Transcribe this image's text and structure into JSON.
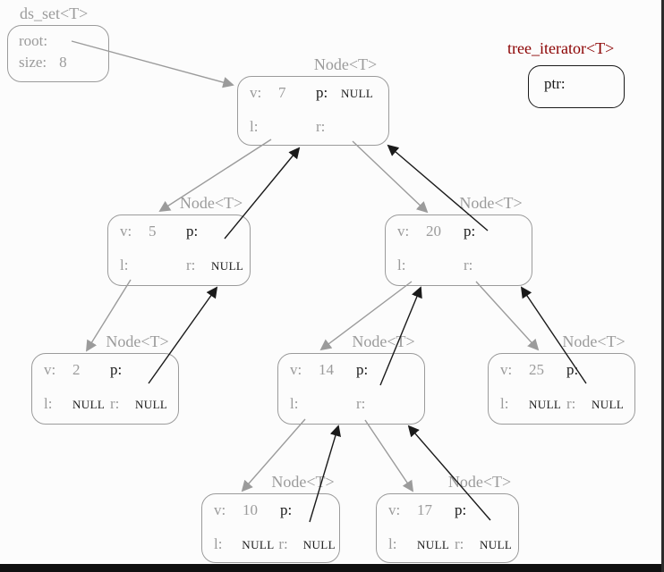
{
  "colors": {
    "gray": "#9b9b9b",
    "ink": "#1a1a1a",
    "accent-red": "#8b0000",
    "background": "#fcfcfc"
  },
  "ds_set": {
    "title": "ds_set<T>",
    "root_label": "root:",
    "size_label": "size:",
    "size_value": "8"
  },
  "iterator": {
    "title": "tree_iterator<T>",
    "ptr_label": "ptr:"
  },
  "node_title": "Node<T>",
  "field_labels": {
    "v": "v:",
    "p": "p:",
    "l": "l:",
    "r": "r:"
  },
  "nodes": [
    {
      "value": "7",
      "p": "NULL",
      "l": "",
      "r": ""
    },
    {
      "value": "5",
      "p": "",
      "l": "",
      "r": "NULL"
    },
    {
      "value": "20",
      "p": "",
      "l": "",
      "r": ""
    },
    {
      "value": "2",
      "p": "",
      "l": "NULL",
      "r": "NULL"
    },
    {
      "value": "14",
      "p": "",
      "l": "",
      "r": ""
    },
    {
      "value": "25",
      "p": "",
      "l": "NULL",
      "r": "NULL"
    },
    {
      "value": "10",
      "p": "",
      "l": "NULL",
      "r": "NULL"
    },
    {
      "value": "17",
      "p": "",
      "l": "NULL",
      "r": "NULL"
    }
  ],
  "tree": {
    "size": 8,
    "root_value": 7,
    "child_edges": [
      [
        7,
        5
      ],
      [
        7,
        20
      ],
      [
        5,
        2
      ],
      [
        20,
        14
      ],
      [
        20,
        25
      ],
      [
        14,
        10
      ],
      [
        14,
        17
      ]
    ],
    "parent_edges": [
      [
        5,
        7
      ],
      [
        20,
        7
      ],
      [
        2,
        5
      ],
      [
        14,
        20
      ],
      [
        25,
        20
      ],
      [
        10,
        14
      ],
      [
        17,
        14
      ]
    ]
  }
}
